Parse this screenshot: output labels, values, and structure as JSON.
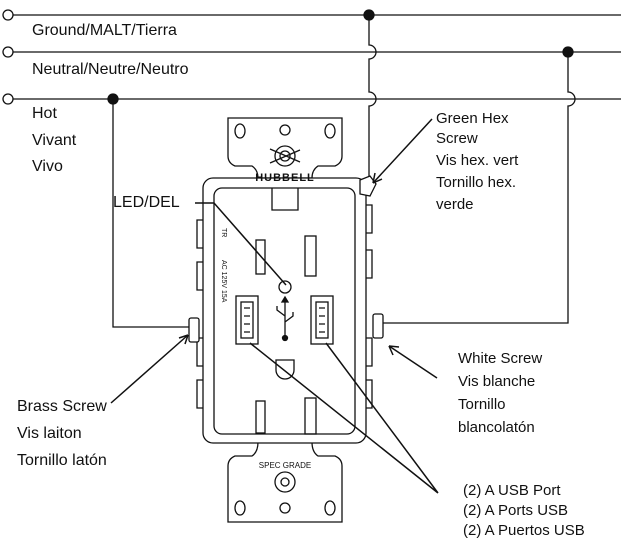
{
  "wires": {
    "ground": "Ground/MALT/Tierra",
    "neutral": "Neutral/Neutre/Neutro",
    "hot": [
      "Hot",
      "Vivant",
      "Vivo"
    ]
  },
  "device": {
    "brand": "HUBBELL",
    "grade_mark": "SPEC GRADE",
    "side_text": "TR",
    "rating_text": "AC 125V 15A"
  },
  "callouts": {
    "led": "LED/DEL",
    "green_screw": [
      "Green Hex",
      "Screw",
      "Vis hex. vert",
      "Tornillo hex.",
      "verde"
    ],
    "white_screw": [
      "White Screw",
      "Vis blanche",
      "Tornillo",
      "blancolatón"
    ],
    "brass_screw": [
      "Brass Screw",
      "Vis laiton",
      "Tornillo latón"
    ],
    "usb": [
      "(2) A USB Port",
      "(2) A Ports USB",
      "(2) A Puertos USB"
    ]
  },
  "colors": {
    "line": "#111111",
    "device_fill": "#ffffff",
    "shade": "#d9d9d9"
  }
}
